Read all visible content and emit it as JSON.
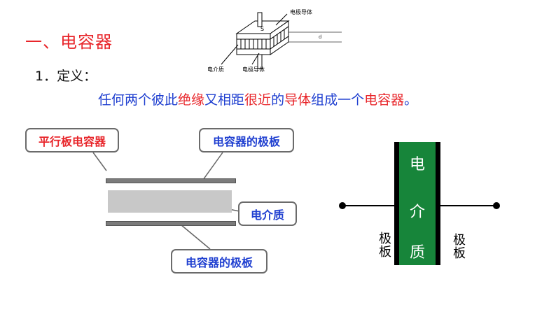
{
  "heading": "一、电容器",
  "definition_label": "1．定义：",
  "definition": {
    "s1": "任何两个彼此",
    "s2": "绝缘",
    "s3": "又相距",
    "s4": "很近",
    "s5": "的",
    "s6": "导体",
    "s7": "组成",
    "s8": "一个",
    "s9": "电容器",
    "s10": "。"
  },
  "sketch": {
    "conductor_top": "电极导体",
    "conductor_bottom": "电极导体",
    "dielectric": "电介质",
    "letter_s": "S",
    "letter_d": "d"
  },
  "callouts": {
    "parallel_plate": "平行板电容器",
    "plate_top": "电容器的极板",
    "dielectric": "电介质",
    "plate_bottom": "电容器的极板"
  },
  "symbol": {
    "char1": "电",
    "char2": "介",
    "char3": "质",
    "left_label_1": "极",
    "left_label_2": "板",
    "right_label_1": "极",
    "right_label_2": "板"
  },
  "colors": {
    "red": "#e8262b",
    "blue": "#1f3fd0",
    "green": "#17853a"
  }
}
